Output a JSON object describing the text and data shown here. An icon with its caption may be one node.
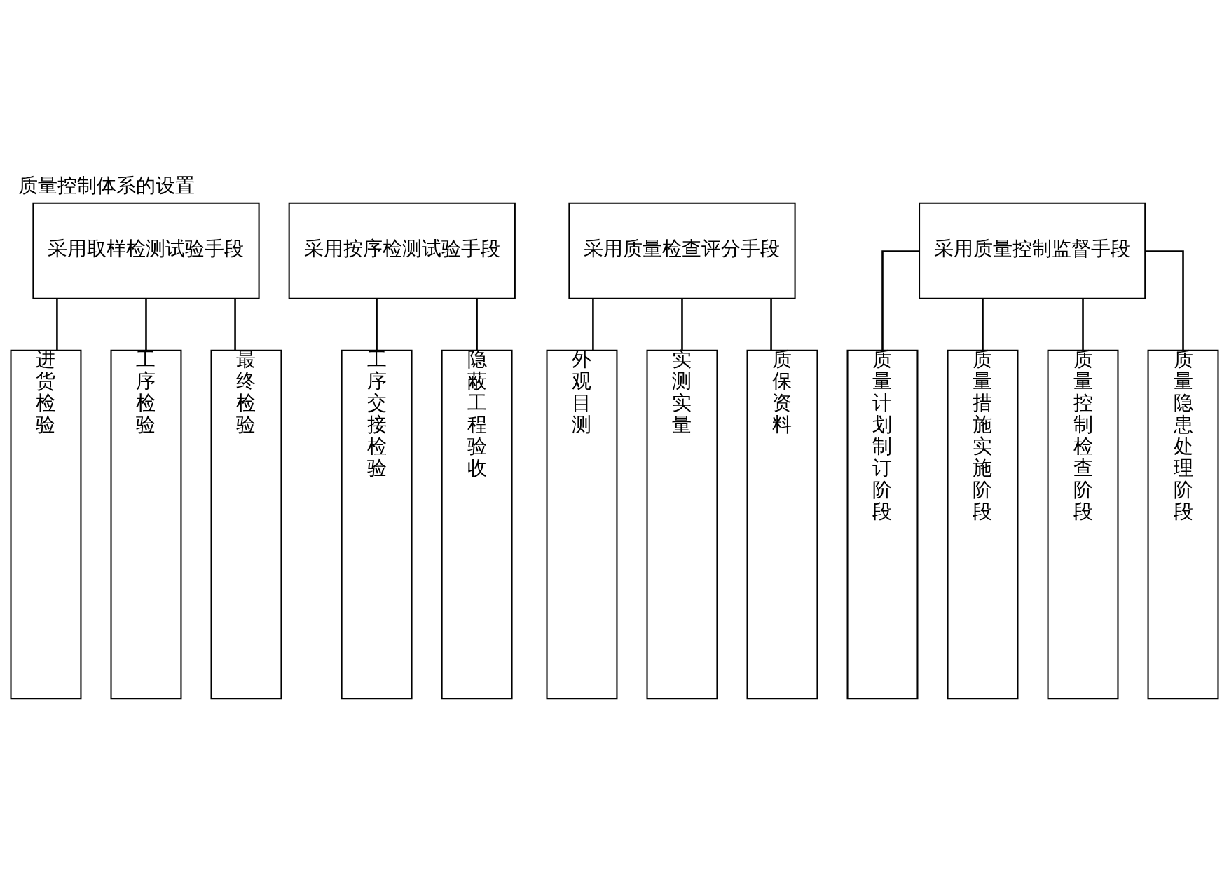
{
  "diagram": {
    "title": "质量控制体系的设置",
    "nodes": [
      {
        "text": [
          "采用取样检测试验手段"
        ]
      },
      {
        "text": [
          "采用按序检测试验手段"
        ]
      },
      {
        "text": [
          "采用质量检查评分手段"
        ]
      },
      {
        "text": [
          "采用质量控制监督手段"
        ]
      },
      {
        "text": [
          "进货检验"
        ]
      },
      {
        "text": [
          "工序检验"
        ]
      },
      {
        "text": [
          "最终检验"
        ]
      },
      {
        "text": [
          "工序交接检验"
        ]
      },
      {
        "text": [
          "隐蔽工程验收"
        ]
      },
      {
        "text": [
          "外观目测"
        ]
      },
      {
        "text": [
          "实测实量"
        ]
      },
      {
        "text": [
          "质保资料"
        ]
      },
      {
        "text": [
          "质量计划制订阶段"
        ]
      },
      {
        "text": [
          "质量措施实施阶段"
        ]
      },
      {
        "text": [
          "质量控制检查阶段"
        ]
      },
      {
        "text": [
          "质量隐患处理阶段"
        ]
      }
    ],
    "edges": [
      {
        "from": 0,
        "to": 4,
        "arrow": "none"
      },
      {
        "from": 0,
        "to": 5,
        "arrow": "none"
      },
      {
        "from": 0,
        "to": 6,
        "arrow": "none"
      },
      {
        "from": 1,
        "to": 7,
        "arrow": "none"
      },
      {
        "from": 1,
        "to": 8,
        "arrow": "none"
      },
      {
        "from": 2,
        "to": 9,
        "arrow": "none"
      },
      {
        "from": 2,
        "to": 10,
        "arrow": "none"
      },
      {
        "from": 2,
        "to": 11,
        "arrow": "none"
      },
      {
        "from": 3,
        "to": 12,
        "arrow": "none"
      },
      {
        "from": 3,
        "to": 13,
        "arrow": "none"
      },
      {
        "from": 3,
        "to": 14,
        "arrow": "none"
      },
      {
        "from": 3,
        "to": 15,
        "arrow": "none"
      }
    ]
  }
}
